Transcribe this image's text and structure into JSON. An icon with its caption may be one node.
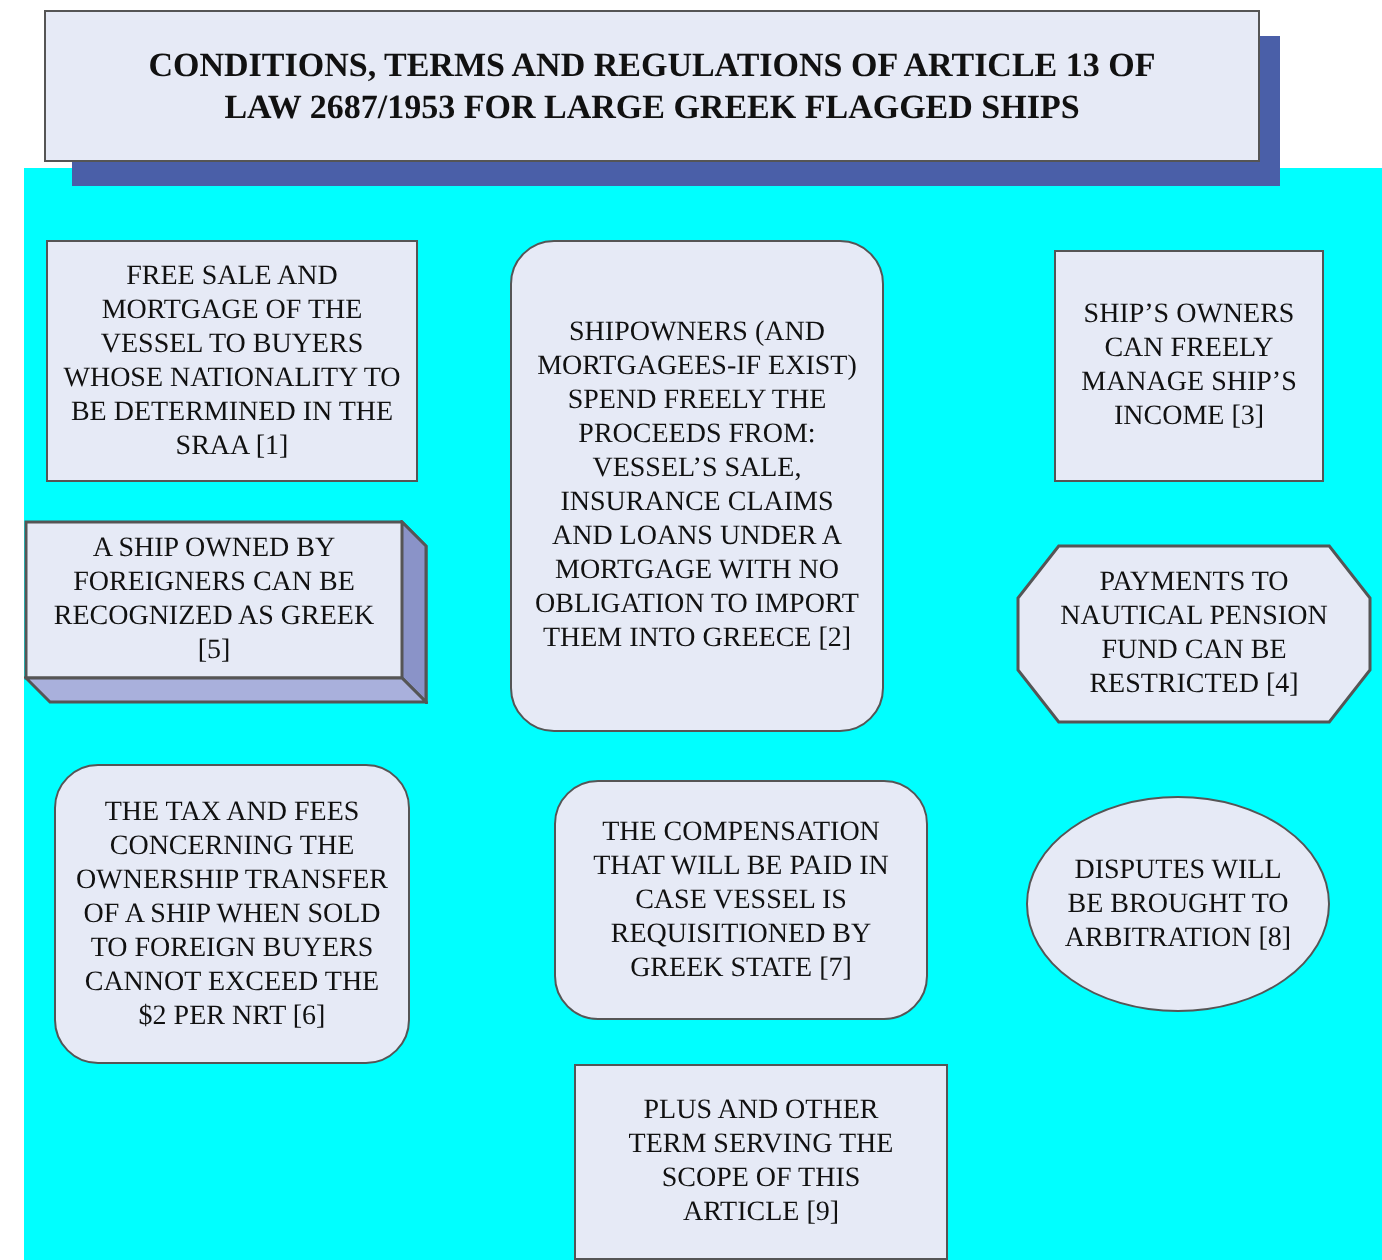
{
  "diagram": {
    "title": "CONDITIONS, TERMS AND REGULATIONS OF ARTICLE 13 OF LAW 2687/1953 FOR LARGE GREEK FLAGGED SHIPS",
    "nodes": [
      {
        "text": [
          "FREE SALE AND MORTGAGE OF THE VESSEL TO BUYERS WHOSE NATIONALITY TO BE DETERMINED IN THE SRAA [1]"
        ]
      },
      {
        "text": [
          "SHIPOWNERS (AND MORTGAGEES-IF EXIST) SPEND FREELY THE PROCEEDS FROM: VESSEL’S SALE, INSURANCE CLAIMS AND LOANS UNDER A MORTGAGE WITH NO OBLIGATION TO IMPORT THEM INTO GREECE [2]"
        ]
      },
      {
        "text": [
          "SHIP’S OWNERS CAN FREELY MANAGE SHIP’S INCOME [3]"
        ]
      },
      {
        "text": [
          "A SHIP OWNED BY FOREIGNERS CAN BE RECOGNIZED AS GREEK [5]"
        ]
      },
      {
        "text": [
          "PAYMENTS TO NAUTICAL PENSION FUND CAN BE RESTRICTED [4]"
        ]
      },
      {
        "text": [
          "THE TAX AND FEES CONCERNING THE OWNERSHIP TRANSFER OF A SHIP WHEN SOLD TO FOREIGN BUYERS CANNOT EXCEED THE $2 PER NRT [6]"
        ]
      },
      {
        "text": [
          "THE COMPENSATION THAT WILL BE PAID IN CASE VESSEL IS REQUISITIONED BY GREEK STATE [7]"
        ]
      },
      {
        "text": [
          "DISPUTES WILL BE BROUGHT TO ARBITRATION [8]"
        ]
      },
      {
        "text": [
          "PLUS AND OTHER TERM SERVING THE SCOPE OF THIS ARTICLE [9]"
        ]
      }
    ]
  }
}
